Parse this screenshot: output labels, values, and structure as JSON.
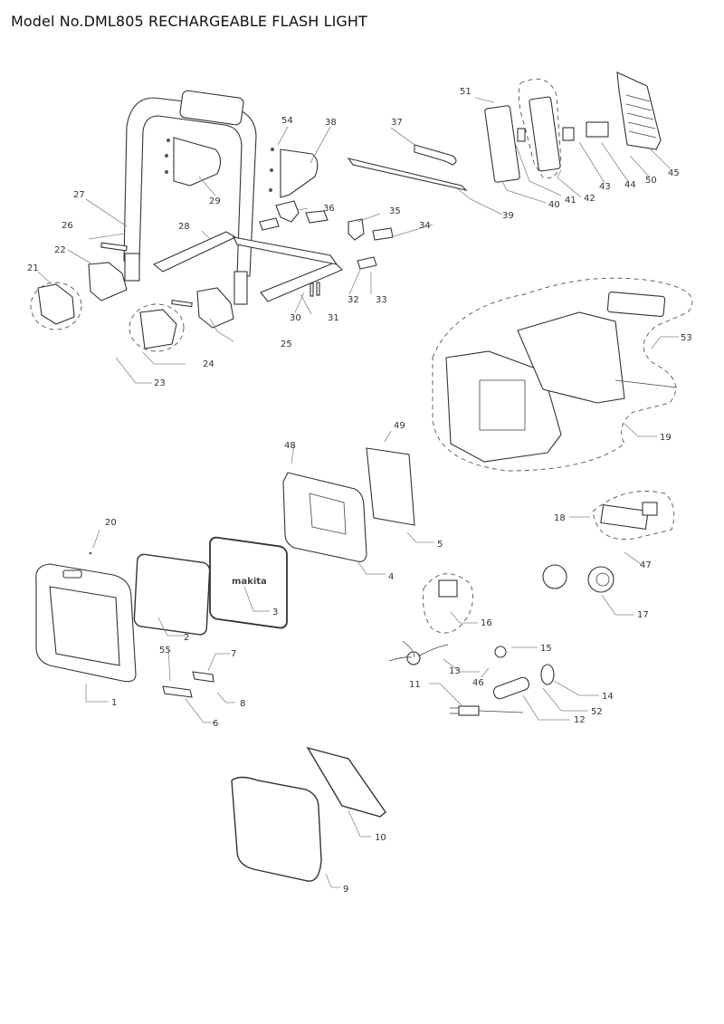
{
  "title": "Model No.DML805 RECHARGEABLE FLASH LIGHT",
  "brand_mark": "makita",
  "parts": [
    {
      "no": "1"
    },
    {
      "no": "2"
    },
    {
      "no": "3"
    },
    {
      "no": "4"
    },
    {
      "no": "5"
    },
    {
      "no": "6"
    },
    {
      "no": "7"
    },
    {
      "no": "8"
    },
    {
      "no": "9"
    },
    {
      "no": "10"
    },
    {
      "no": "11"
    },
    {
      "no": "12"
    },
    {
      "no": "13"
    },
    {
      "no": "14"
    },
    {
      "no": "15"
    },
    {
      "no": "16"
    },
    {
      "no": "17"
    },
    {
      "no": "18"
    },
    {
      "no": "19"
    },
    {
      "no": "20"
    },
    {
      "no": "21"
    },
    {
      "no": "22"
    },
    {
      "no": "23"
    },
    {
      "no": "24"
    },
    {
      "no": "25"
    },
    {
      "no": "26"
    },
    {
      "no": "27"
    },
    {
      "no": "28"
    },
    {
      "no": "29"
    },
    {
      "no": "30"
    },
    {
      "no": "31"
    },
    {
      "no": "32"
    },
    {
      "no": "33"
    },
    {
      "no": "34"
    },
    {
      "no": "35"
    },
    {
      "no": "36"
    },
    {
      "no": "37"
    },
    {
      "no": "38"
    },
    {
      "no": "39"
    },
    {
      "no": "40"
    },
    {
      "no": "41"
    },
    {
      "no": "42"
    },
    {
      "no": "43"
    },
    {
      "no": "44"
    },
    {
      "no": "45"
    },
    {
      "no": "46"
    },
    {
      "no": "47"
    },
    {
      "no": "48"
    },
    {
      "no": "49"
    },
    {
      "no": "50"
    },
    {
      "no": "51"
    },
    {
      "no": "52"
    },
    {
      "no": "53"
    },
    {
      "no": "54"
    },
    {
      "no": "55"
    }
  ]
}
